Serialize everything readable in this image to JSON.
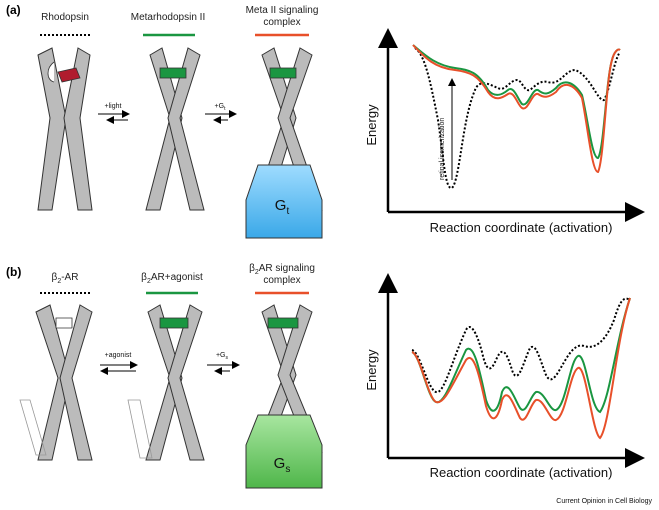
{
  "panel_a": {
    "label": "(a)",
    "states": [
      {
        "name": "Rhodopsin",
        "line_color": "#000000"
      },
      {
        "name": "Metarhodopsin II",
        "line_color": "#1a9641"
      },
      {
        "name_line1": "Meta II signaling",
        "name_line2": "complex",
        "line_color": "#e8502a"
      }
    ],
    "arrow1": "+light",
    "arrow2": "+G",
    "arrow2_sub": "t",
    "gprotein": "G",
    "gprotein_sub": "t",
    "y_axis": "Energy",
    "x_axis": "Reaction coordinate (activation)",
    "annotation": "retinal isomerization"
  },
  "panel_b": {
    "label": "(b)",
    "state1_b": "β",
    "state1_sub": "2",
    "state1_rest": "-AR",
    "state2_b": "β",
    "state2_sub": "2",
    "state2_rest": "AR+agonist",
    "state3_b": "β",
    "state3_sub": "2",
    "state3_rest": "AR signaling",
    "state3_line2": "complex",
    "arrow1": "+agonist",
    "arrow2": "+G",
    "arrow2_sub": "s",
    "gprotein": "G",
    "gprotein_sub": "s",
    "y_axis": "Energy",
    "x_axis": "Reaction coordinate (activation)"
  },
  "footer": "Current Opinion in Cell Biology",
  "colors": {
    "inactive": "#000000",
    "active": "#1a9641",
    "complex": "#e8502a",
    "gt": "#5ec0f0",
    "gs": "#6fcf6a",
    "helix": "#9c9c9c"
  }
}
